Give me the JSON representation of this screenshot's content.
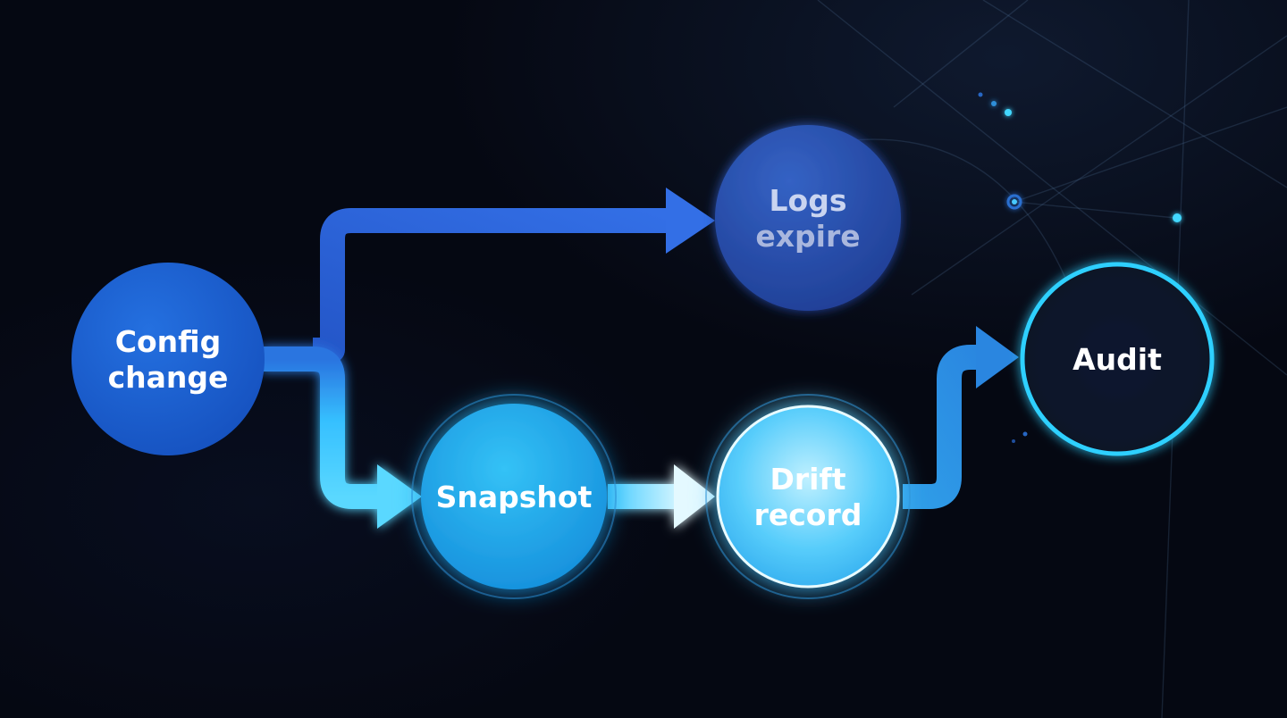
{
  "nodes": {
    "config_change": {
      "line1": "Config",
      "line2": "change"
    },
    "logs_expire": {
      "line1": "Logs",
      "line2": "expire"
    },
    "snapshot": {
      "label": "Snapshot"
    },
    "drift_record": {
      "line1": "Drift",
      "line2": "record"
    },
    "audit": {
      "label": "Audit"
    }
  },
  "colors": {
    "background": "#050812",
    "config_node": "#1a5fd0",
    "logs_node": "#2a4fae",
    "snapshot_node": "#1fb0ee",
    "drift_node": "#5fd6ff",
    "audit_ring": "#2fd0ff",
    "arrow_upper": "#2f6ae0",
    "arrow_lower": "#3cc8ff"
  }
}
